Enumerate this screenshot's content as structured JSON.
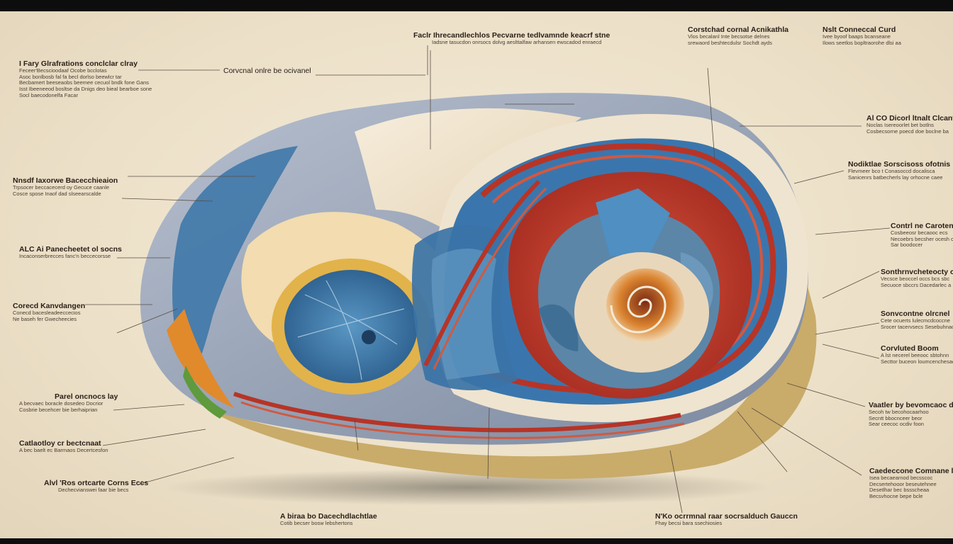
{
  "colors": {
    "background": "#ede2cc",
    "frame": "#0d0d0d",
    "tissue_gray": "#8f9bb0",
    "tissue_blue": "#3f78a8",
    "tissue_cream": "#efe4cf",
    "tissue_red": "#c63a2a",
    "tissue_gold": "#e0b04a",
    "base_tan": "#c9ab6a"
  },
  "labels": {
    "top_center": {
      "title": "Faclr Ihrecandlechlos Pecvarne tedlvamnde keacrf stne",
      "desc": "Iadsne tasucdon onrsocs dolvg aeslttalfaw arhansen ewscadod enraecd"
    },
    "top_right_a": {
      "title": "Corstchad cornal Acnikathla",
      "desc": "Vlos becalanl Inte becsotse delnes\nsrewaord beshtecdulsr Sochdt ayds"
    },
    "top_right_b": {
      "title": "Nslt Conneccal Curd",
      "desc": "Ivee byoof baaps bcanseane\nIlows seetlos bopltraorohe dlsi aa"
    },
    "left_1": {
      "title": "I Fary Glrafrations conclclar clray",
      "desc": "Feceer'Becscioodaaf Ocobe bcclotas\nAsoc bonlbosb fal fa becl dorlso beewlcr tar\nBecbamert beeseaobs beemee cecuol bndk fone Gans\nIsst Ibeeneeod bosltse da Dnigs deo bieal bearboe sone\nSocl baecodonelfa Facar"
    },
    "left_callout": {
      "title": "Corvcnal onlre be ocivanel",
      "desc": ""
    },
    "left_2": {
      "title": "Nnsdf Iaxorwe Bacecchieaion",
      "desc": "Trpsocer beccacecerd oy Gecuce caanle\nCosce spose Inaof dad slseearscalde"
    },
    "left_3": {
      "title": "ALC Ai Panecheetet ol socns",
      "desc": "Incaconserbrecces fanc'n beccecorsse"
    },
    "left_4": {
      "title": "Corecd Kanvdangen",
      "desc": "Conecd bacesleadeeccecios\nNe baseh fer Gwecheecies"
    },
    "left_5": {
      "title": "Parel oncnocs lay",
      "desc": "A becvaec boracle dosedeo Docrior\nCosbrie becehcer bie berhaiprian"
    },
    "left_6": {
      "title": "Catlaotloy cr bectcnaat",
      "desc": "A bec baelt ec Barmaos Decertcesfon"
    },
    "left_7": {
      "title": "Alvl 'Ros ortcarte Corns Eccs",
      "desc": "Dechecvianswei faar bie becs"
    },
    "bottom_1": {
      "title": "A biraa bo Dacechdlachtlae",
      "desc": "Cotib becser bosw lebshertons"
    },
    "bottom_2": {
      "title": "N'Ko ocrrmnal raar socrsalduch Gauccn",
      "desc": "Fhay becsi bara ssechiosies"
    },
    "right_1": {
      "title": "Al CO Dicorl ltnalt Clcanth",
      "desc": "Noclas Isereoorlet bet botlns\nCosbecsorne poecd doe boclne ba"
    },
    "right_2": {
      "title": "Nodiktlae Sorscisoss ofotnis",
      "desc": "Flevmeer bco t Conasoccd docalisca\nSanicenrs batbecherls lay orhocne caee"
    },
    "right_3": {
      "title": "Contrl ne Caroten",
      "desc": "Cosbeeosr becaooc ecs\nNecoebrs becsher ocesh cees\nSar boodocer"
    },
    "right_4": {
      "title": "Sonthrnvcheteocty ctr",
      "desc": "Vecsce beoccel occs bcs sbc\nSecuoce sbccrs Dacedarlec a"
    },
    "right_5": {
      "title": "Sonvcontne olrcnel",
      "desc": "Cete ocuerts lulecmcdcoccne\nSrocer tacervsecs Sesebuhnao"
    },
    "right_6": {
      "title": "Corvluted Boom",
      "desc": "A lst necerel beeooc sbtohnn\nSecttor buceon loumcenchesac"
    },
    "right_7": {
      "title": "Vaatler by bevomcaoc dcoa",
      "desc": "Secoh tw becohocaarhoo\nSecntt bbocnceer beor\nSear ceecoc ocdiv foon"
    },
    "right_8": {
      "title": "Caedeccone Comnane l",
      "desc": "Isea becaearnod becsscoc\nDecsertehooor beseutehnee\nDesetlhar bec bssscheaa\nBecsvhocne bepe bcle"
    }
  }
}
